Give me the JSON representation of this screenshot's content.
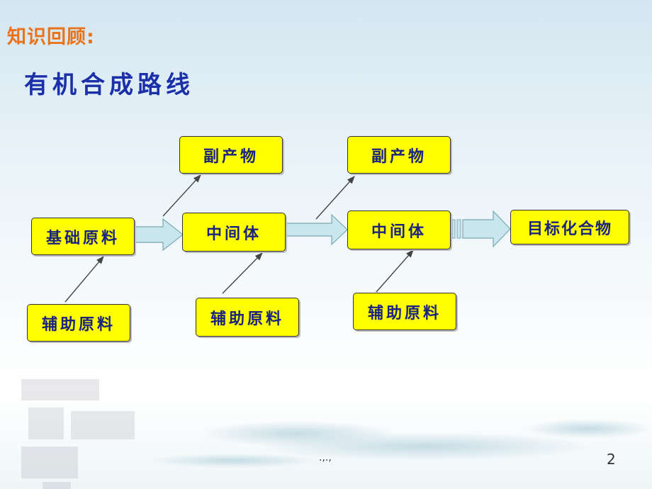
{
  "slide": {
    "section_label": "知识回顾:",
    "title": "有机合成路线",
    "footer_text": ".,.,",
    "page_number": "2"
  },
  "diagram": {
    "nodes": {
      "base_material": "基础原料",
      "aux_1": "辅助原料",
      "byproduct_1": "副产物",
      "intermediate_1": "中间体",
      "aux_2": "辅助原料",
      "byproduct_2": "副产物",
      "intermediate_2": "中间体",
      "aux_3": "辅助原料",
      "target_compound": "目标化合物"
    },
    "colors": {
      "node_fill": "#ffff00",
      "node_text": "#1a237e",
      "arrow_fill": "#c9e6ec",
      "title": "#1b2fa8",
      "section_label": "#e8731a"
    }
  }
}
